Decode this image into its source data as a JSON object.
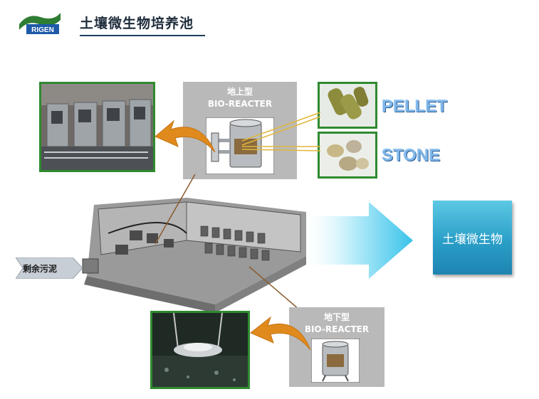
{
  "header": {
    "logo_text": "RIGEN",
    "title": "土壤微生物培养池"
  },
  "above_ground": {
    "label_line1": "地上型",
    "label_line2": "BIO-REACTER"
  },
  "below_ground": {
    "label_line1": "地下型",
    "label_line2": "BIO-REACTER"
  },
  "media": {
    "pellet": "PELLET",
    "stone": "STONE"
  },
  "input_label": "剩余污泥",
  "output_label": "土壤微生物",
  "colors": {
    "frame_green": "#2f8a2f",
    "output_blue": "#2a9fc8",
    "arrow_orange": "#e08a1e",
    "logo_green": "#2e7d32",
    "logo_blue": "#1e5aa8"
  }
}
